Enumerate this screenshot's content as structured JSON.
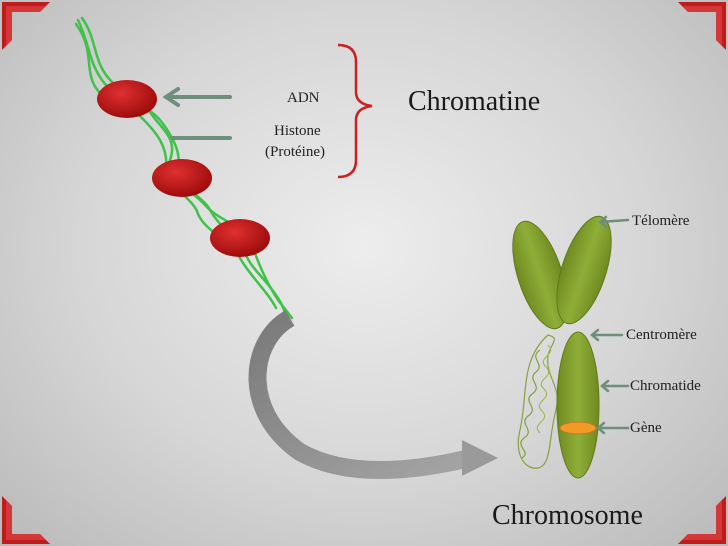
{
  "labels": {
    "adn": "ADN",
    "histone": "Histone",
    "proteine": "(Protéine)",
    "chromatine": "Chromatine",
    "telomere": "Télomère",
    "centromere": "Centromère",
    "chromatide": "Chromatide",
    "gene": "Gène",
    "chromosome": "Chromosome"
  },
  "colors": {
    "corner": "#cc1f1f",
    "histone": "#c41414",
    "dna": "#44c24a",
    "brace": "#cc1f1f",
    "chromatid": "#7e9a2a",
    "gene": "#f09a28",
    "pointer_arrow": "#6f8f7d",
    "curved_arrow": "#8a8a8a"
  }
}
